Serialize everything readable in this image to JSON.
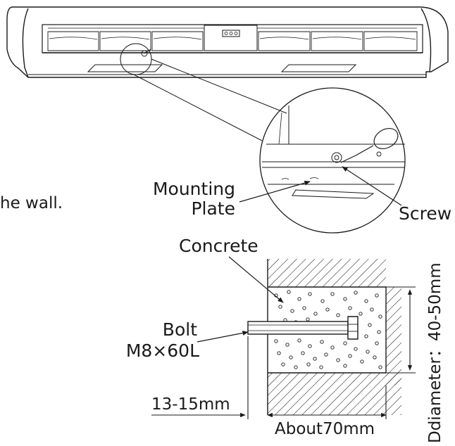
{
  "labels": {
    "wall_text": "he wall.",
    "mounting_line1": "Mounting",
    "mounting_line2": "Plate",
    "screw": "Screw",
    "concrete": "Concrete",
    "bolt_line1": "Bolt",
    "bolt_line2": "M8×60L",
    "dim_depth": "13-15mm",
    "dim_length": "About70mm",
    "dim_diameter": "Ddiameter：40-50mm"
  }
}
